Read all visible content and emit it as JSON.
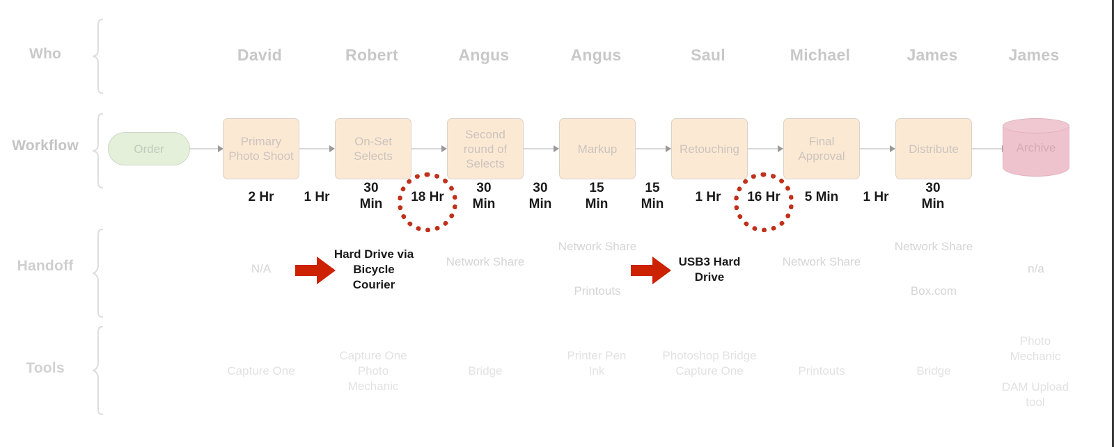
{
  "rows": {
    "who_label": "Who",
    "workflow_label": "Workflow",
    "handoff_label": "Handoff",
    "tools_label": "Tools"
  },
  "colors": {
    "node_fill": "#fce9d4",
    "start_fill": "#e4f0da",
    "archive_fill": "#efc3ce",
    "highlight_red": "#c0301a",
    "arrow_red": "#cc2200"
  },
  "who": [
    "David",
    "Robert",
    "Angus",
    "Angus",
    "Saul",
    "Michael",
    "James",
    "James"
  ],
  "workflow_nodes": [
    {
      "label": "Order",
      "shape": "pill"
    },
    {
      "label": "Primary Photo Shoot",
      "shape": "box"
    },
    {
      "label": "On-Set Selects",
      "shape": "box"
    },
    {
      "label": "Second round of Selects",
      "shape": "box"
    },
    {
      "label": "Markup",
      "shape": "box"
    },
    {
      "label": "Retouching",
      "shape": "box"
    },
    {
      "label": "Final Approval",
      "shape": "box"
    },
    {
      "label": "Distribute",
      "shape": "box"
    },
    {
      "label": "Archive",
      "shape": "cylinder"
    }
  ],
  "times": [
    {
      "value": "2 Hr",
      "lines": [
        "2 Hr"
      ],
      "highlighted": false
    },
    {
      "value": "1 Hr",
      "lines": [
        "1 Hr"
      ],
      "highlighted": false
    },
    {
      "value": "30 Min",
      "lines": [
        "30",
        "Min"
      ],
      "highlighted": false
    },
    {
      "value": "18 Hr",
      "lines": [
        "18 Hr"
      ],
      "highlighted": true
    },
    {
      "value": "30 Min",
      "lines": [
        "30",
        "Min"
      ],
      "highlighted": false
    },
    {
      "value": "30 Min",
      "lines": [
        "30",
        "Min"
      ],
      "highlighted": false
    },
    {
      "value": "15 Min",
      "lines": [
        "15",
        "Min"
      ],
      "highlighted": false
    },
    {
      "value": "15 Min",
      "lines": [
        "15",
        "Min"
      ],
      "highlighted": false
    },
    {
      "value": "1 Hr",
      "lines": [
        "1 Hr"
      ],
      "highlighted": false
    },
    {
      "value": "16 Hr",
      "lines": [
        "16 Hr"
      ],
      "highlighted": true
    },
    {
      "value": "5 Min",
      "lines": [
        "5 Min"
      ],
      "highlighted": false
    },
    {
      "value": "1 Hr",
      "lines": [
        "1 Hr"
      ],
      "highlighted": false
    },
    {
      "value": "30 Min",
      "lines": [
        "30",
        "Min"
      ],
      "highlighted": false
    }
  ],
  "handoff": {
    "c1": "N/A",
    "c2": "Hard Drive via Bicycle Courier",
    "c3": "Network Share",
    "c4a": "Network Share",
    "c4b": "Printouts",
    "c5": "USB3 Hard Drive",
    "c6": "Network Share",
    "c7a": "Network Share",
    "c7b": "Box.com",
    "c8": "n/a"
  },
  "tools": {
    "c1": "Capture One",
    "c2": "Capture One Photo Mechanic",
    "c3": "Bridge",
    "c4": "Printer Pen Ink",
    "c5": "Photoshop Bridge Capture One",
    "c6": "Printouts",
    "c7": "Bridge",
    "c8a": "Photo Mechanic",
    "c8b": "DAM Upload tool"
  }
}
